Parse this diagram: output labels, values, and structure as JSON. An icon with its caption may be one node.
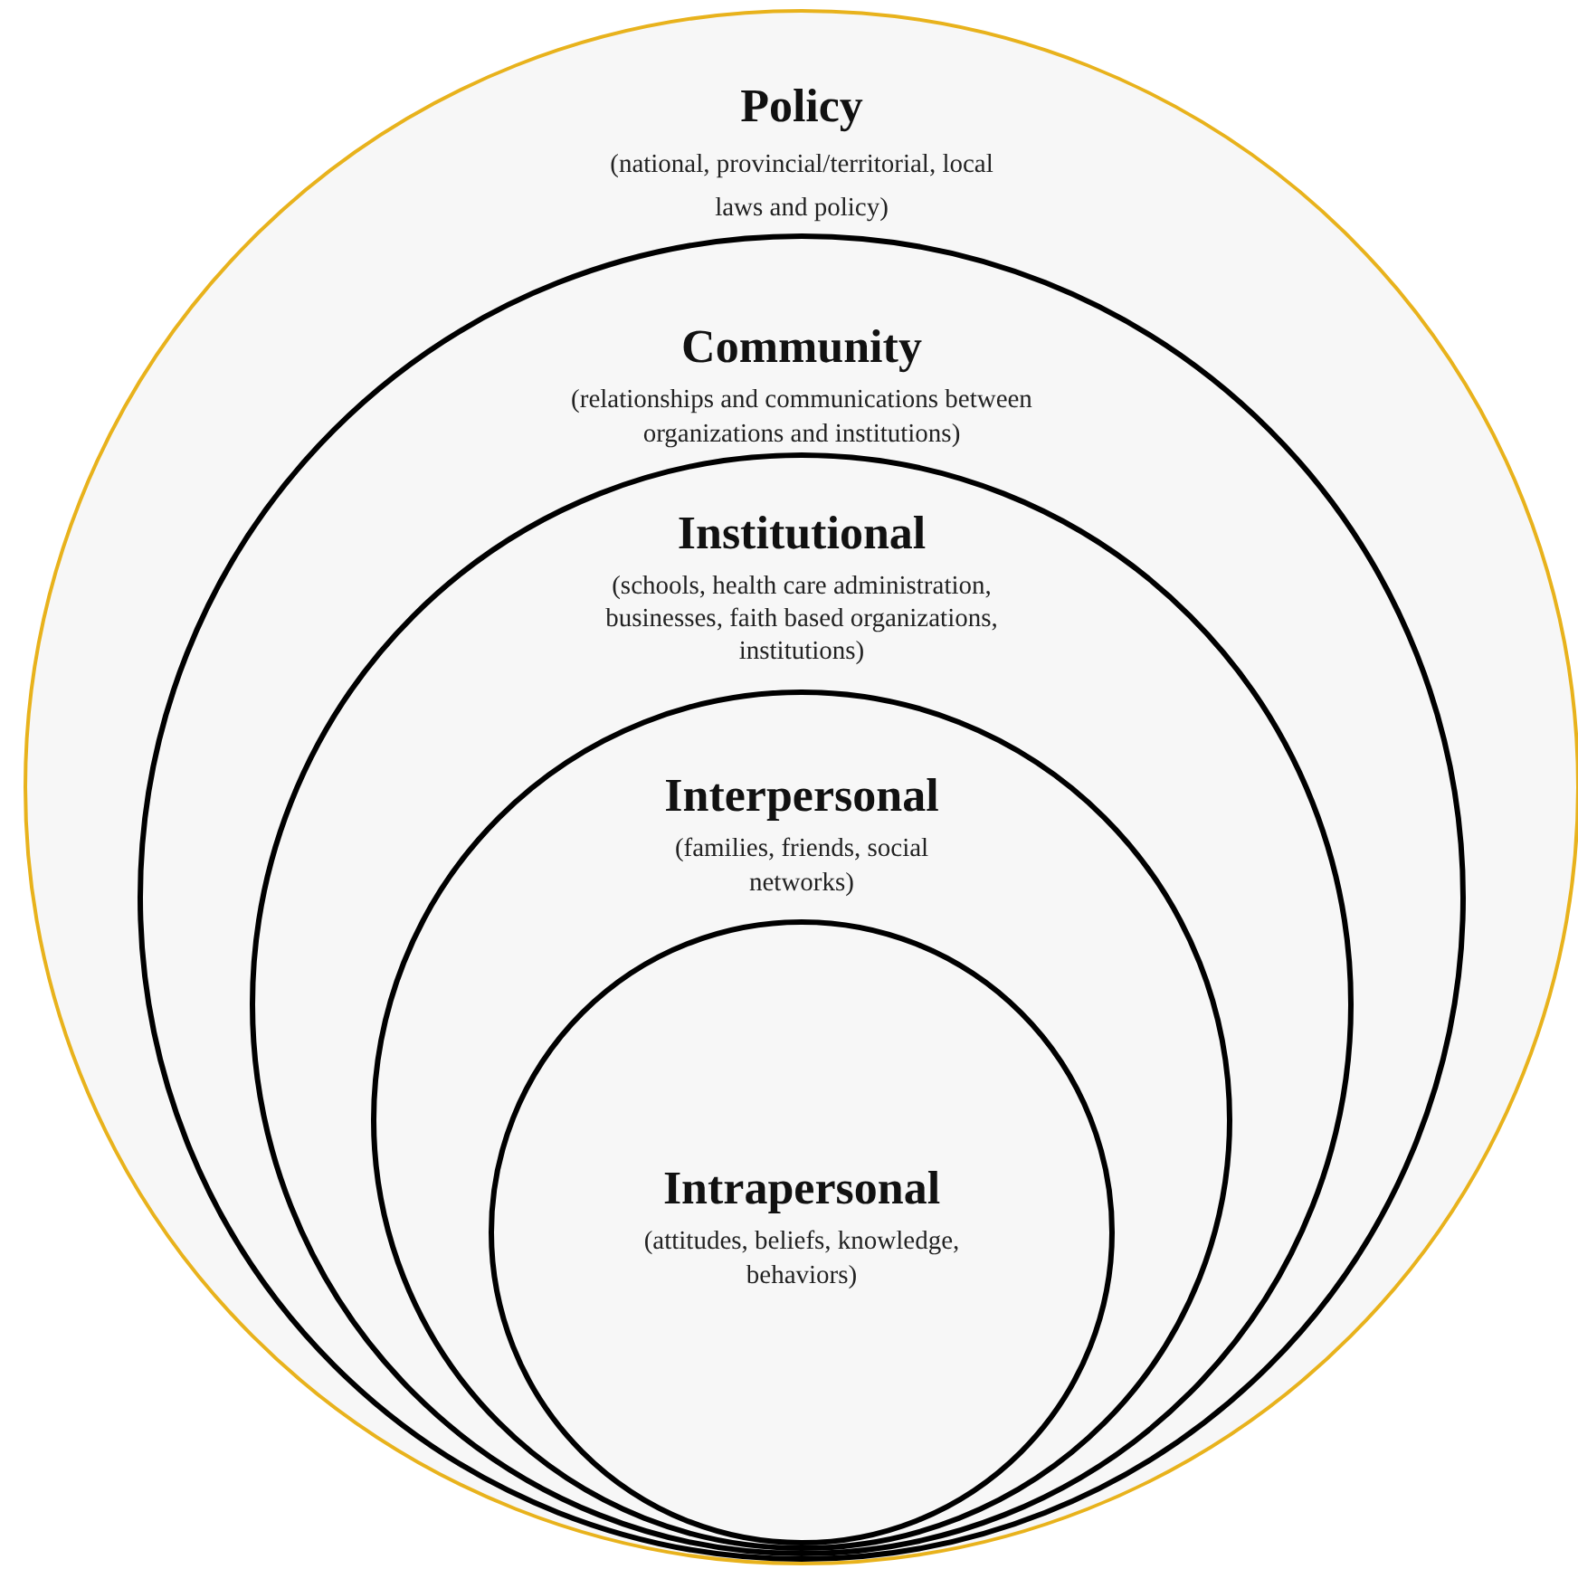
{
  "diagram": {
    "nodes": [
      {
        "text": [
          "Policy",
          "(national, provincial/territorial, local laws and policy)"
        ]
      },
      {
        "text": [
          "Community",
          "(relationships and communications between organizations and institutions)"
        ],
        "in": 0
      },
      {
        "text": [
          "Institutional",
          "(schools, health care administration, businesses, faith based organizations, institutions)"
        ],
        "in": 1
      },
      {
        "text": [
          "Interpersonal",
          "(families, friends, social networks)"
        ],
        "in": 2
      },
      {
        "text": [
          "Intrapersonal",
          "(attitudes, beliefs, knowledge, behaviors)"
        ],
        "in": 3
      }
    ]
  }
}
